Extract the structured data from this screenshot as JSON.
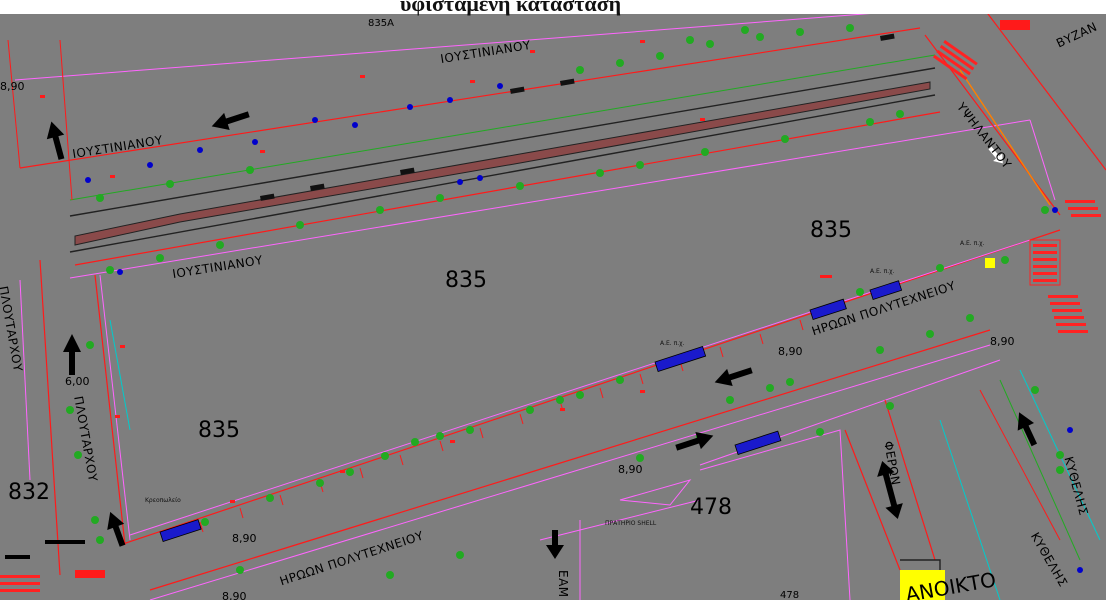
{
  "title": "υφιστάμενη κατάσταση",
  "blocks": {
    "b835_top": "835",
    "b835_mid": "835",
    "b835_left": "835",
    "b835a": "835Α",
    "b832": "832",
    "b478": "478",
    "b478_small": "478"
  },
  "streets": {
    "ioustinianou_1": "ΙΟΥΣΤΙΝΙΑΝΟΥ",
    "ioustinianou_2": "ΙΟΥΣΤΙΝΙΑΝΟΥ",
    "ioustinianou_3": "ΙΟΥΣΤΙΝΙΑΝΟΥ",
    "ypsilantou": "ΥΨΗΛΑΝΤΟΥ",
    "vyzan": "ΒΥΖΑΝ",
    "polytexneiou_1": "ΗΡΩΩΝ ΠΟΛΥΤΕΧΝΕΙΟΥ",
    "polytexneiou_2": "ΗΡΩΩΝ ΠΟΛΥΤΕΧΝΕΙΟΥ",
    "ploutarxou_1": "ΠΛΟΥΤΑΡΧΟΥ",
    "ploutarxou_2": "ΠΛΟΥΤΑΡΧΟΥ",
    "feron": "ΦΕΡΩΝ",
    "kythelis_1": "ΚΥΘΕΛΗΣ",
    "kythelis_2": "ΚΥΘΕΛΗΣ",
    "anoikto": "ΑΝΟΙΚΤΟ",
    "eam": "ΕΑΜ"
  },
  "widths": {
    "w600": "6,00",
    "w890_a": "8,90",
    "w890_b": "8,90",
    "w890_c": "8,90",
    "w890_d": "8,90",
    "w890_e": "8,90",
    "w890_f": "8,90"
  },
  "annotations": {
    "kreopoleio": "Κρεοπωλείο",
    "pratirio": "ΠΡΑΤΗΡΙΟ SHELL",
    "ae1": "Α.Ε. π.χ.",
    "ae2": "Α.Ε. π.χ.",
    "ae3": "Α.Ε. π.χ."
  },
  "colors": {
    "background": "#7e7e7e",
    "curb": "#ff1a1a",
    "property_line": "#ff66ff",
    "tree": "#22aa22",
    "bus": "#1a1acc",
    "crosswalk": "#ff2222",
    "sign": "#0000cc",
    "yellow_area": "#ffff00",
    "arrow": "#000000"
  }
}
